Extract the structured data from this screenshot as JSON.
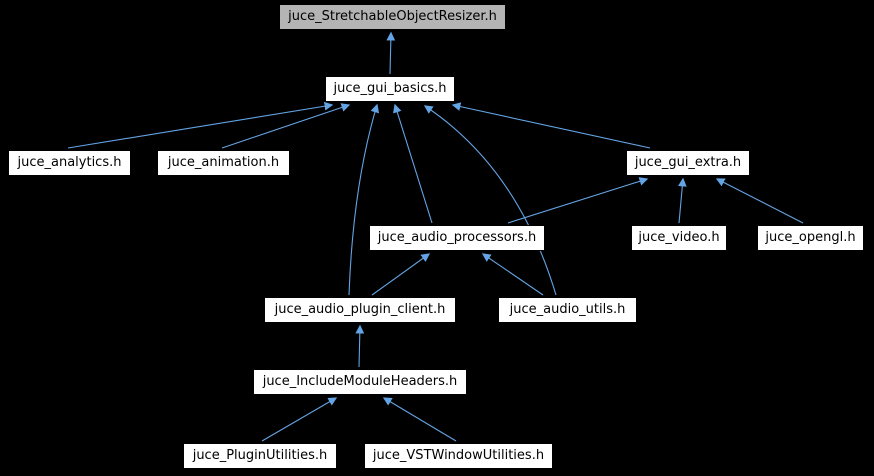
{
  "diagram": {
    "type": "include-dependency-graph",
    "root": "juce_StretchableObjectResizer.h"
  },
  "nodes": {
    "resizer": {
      "label": "juce_StretchableObjectResizer.h",
      "highlighted": true
    },
    "gui_basics": {
      "label": "juce_gui_basics.h"
    },
    "analytics": {
      "label": "juce_analytics.h"
    },
    "animation": {
      "label": "juce_animation.h"
    },
    "gui_extra": {
      "label": "juce_gui_extra.h"
    },
    "audio_processors": {
      "label": "juce_audio_processors.h"
    },
    "video": {
      "label": "juce_video.h"
    },
    "opengl": {
      "label": "juce_opengl.h"
    },
    "plugin_client": {
      "label": "juce_audio_plugin_client.h"
    },
    "audio_utils": {
      "label": "juce_audio_utils.h"
    },
    "include_module_headers": {
      "label": "juce_IncludeModuleHeaders.h"
    },
    "plugin_utilities": {
      "label": "juce_PluginUtilities.h"
    },
    "vst_window_utilities": {
      "label": "juce_VSTWindowUtilities.h"
    }
  },
  "edges": [
    {
      "from": "juce_gui_basics.h",
      "to": "juce_StretchableObjectResizer.h"
    },
    {
      "from": "juce_analytics.h",
      "to": "juce_gui_basics.h"
    },
    {
      "from": "juce_animation.h",
      "to": "juce_gui_basics.h"
    },
    {
      "from": "juce_gui_extra.h",
      "to": "juce_gui_basics.h"
    },
    {
      "from": "juce_audio_processors.h",
      "to": "juce_gui_basics.h"
    },
    {
      "from": "juce_audio_plugin_client.h",
      "to": "juce_gui_basics.h"
    },
    {
      "from": "juce_audio_utils.h",
      "to": "juce_gui_basics.h"
    },
    {
      "from": "juce_audio_processors.h",
      "to": "juce_gui_extra.h"
    },
    {
      "from": "juce_video.h",
      "to": "juce_gui_extra.h"
    },
    {
      "from": "juce_opengl.h",
      "to": "juce_gui_extra.h"
    },
    {
      "from": "juce_audio_plugin_client.h",
      "to": "juce_audio_processors.h"
    },
    {
      "from": "juce_audio_utils.h",
      "to": "juce_audio_processors.h"
    },
    {
      "from": "juce_IncludeModuleHeaders.h",
      "to": "juce_audio_plugin_client.h"
    },
    {
      "from": "juce_PluginUtilities.h",
      "to": "juce_IncludeModuleHeaders.h"
    },
    {
      "from": "juce_VSTWindowUtilities.h",
      "to": "juce_IncludeModuleHeaders.h"
    }
  ],
  "colors": {
    "background": "#000000",
    "node_fill": "#ffffff",
    "root_node_fill": "#b4b4b4",
    "node_border": "#000000",
    "node_text": "#000000",
    "edge": "#64a4e4"
  }
}
